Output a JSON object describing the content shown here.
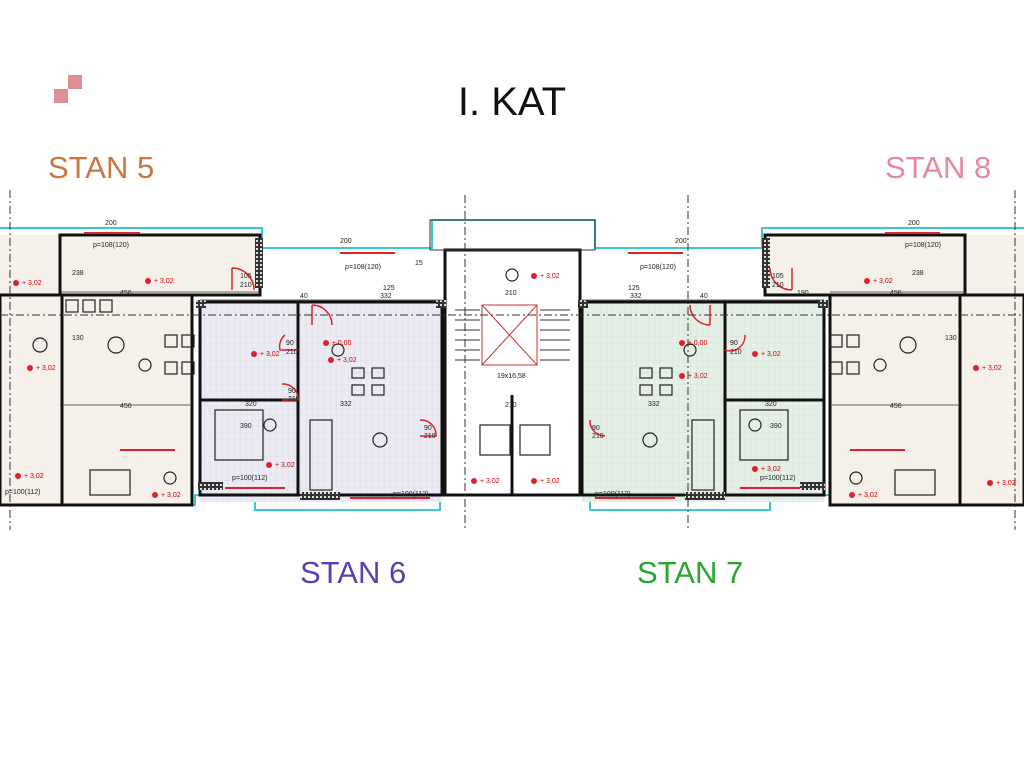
{
  "title": "I. KAT",
  "units": {
    "stan5": {
      "label": "STAN 5",
      "color": "#c8773e"
    },
    "stan6": {
      "label": "STAN 6",
      "color": "#5a3fb3"
    },
    "stan7": {
      "label": "STAN 7",
      "color": "#2aa530"
    },
    "stan8": {
      "label": "STAN 8",
      "color": "#e48ba0"
    }
  },
  "annotations": {
    "level": "+ 3,02",
    "level_zero": "± 0,00",
    "door_w90": "90",
    "door_w105": "105",
    "door_h210": "210",
    "window_top": "p=108(120)",
    "window_bottom": "p=100(112)",
    "dim_456": "456",
    "dim_332": "332",
    "dim_320": "320",
    "dim_210": "210",
    "dim_390": "390",
    "dim_130": "130",
    "dim_238": "238",
    "dim_200": "200",
    "dim_40": "40",
    "dim_15": "15",
    "dim_125": "125",
    "dim_190": "190",
    "stair": "19x16,58"
  }
}
